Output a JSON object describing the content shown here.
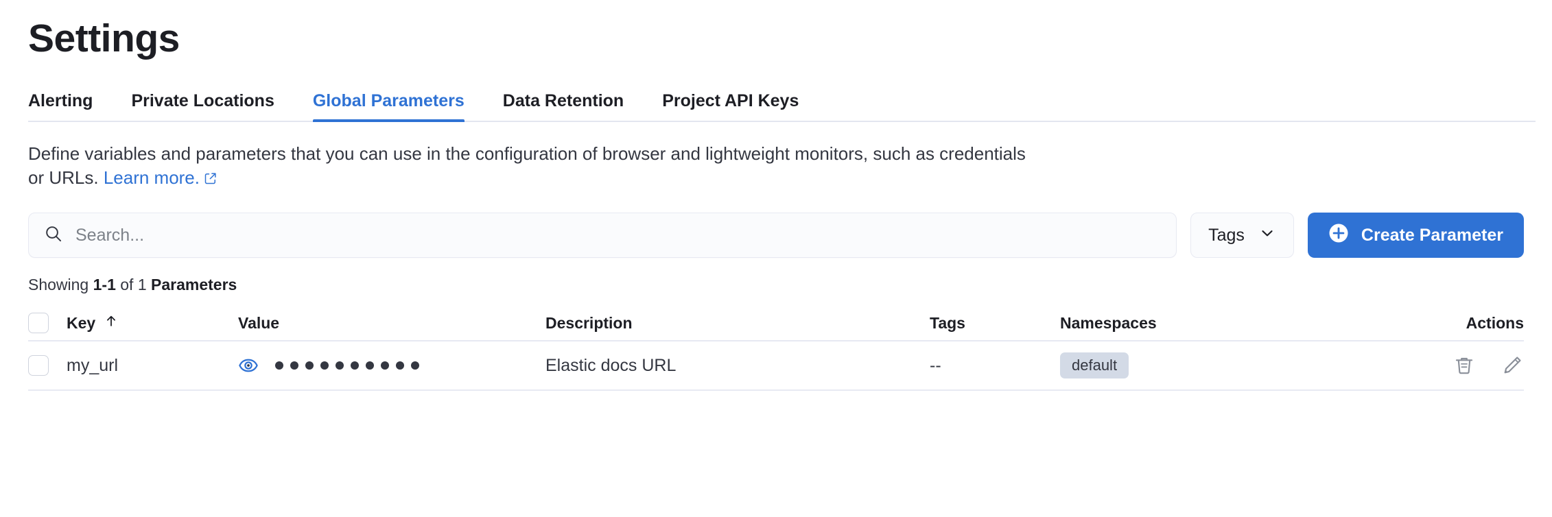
{
  "header": {
    "title": "Settings"
  },
  "tabs": [
    {
      "label": "Alerting",
      "active": false,
      "name": "tab-alerting"
    },
    {
      "label": "Private Locations",
      "active": false,
      "name": "tab-private-locations"
    },
    {
      "label": "Global Parameters",
      "active": true,
      "name": "tab-global-parameters"
    },
    {
      "label": "Data Retention",
      "active": false,
      "name": "tab-data-retention"
    },
    {
      "label": "Project API Keys",
      "active": false,
      "name": "tab-project-api-keys"
    }
  ],
  "description": {
    "text": "Define variables and parameters that you can use in the configuration of browser and lightweight monitors, such as credentials or URLs.",
    "link_label": "Learn more.",
    "link_icon": "external-link-icon"
  },
  "toolbar": {
    "search_placeholder": "Search...",
    "search_value": "",
    "search_icon": "search-icon",
    "tags_label": "Tags",
    "tags_chevron_icon": "chevron-down-icon",
    "create_label": "Create Parameter",
    "create_icon": "plus-circle-icon"
  },
  "results": {
    "prefix": "Showing ",
    "range": "1-1",
    "middle": " of 1 ",
    "noun": "Parameters"
  },
  "table": {
    "columns": [
      {
        "label": "Key",
        "name": "column-key",
        "sort_icon": "arrow-up-icon",
        "sortable": true
      },
      {
        "label": "Value",
        "name": "column-value",
        "sortable": false
      },
      {
        "label": "Description",
        "name": "column-description",
        "sortable": false
      },
      {
        "label": "Tags",
        "name": "column-tags",
        "sortable": false
      },
      {
        "label": "Namespaces",
        "name": "column-namespaces",
        "sortable": false
      },
      {
        "label": "Actions",
        "name": "column-actions",
        "sortable": false
      }
    ],
    "rows": [
      {
        "key": "my_url",
        "value_masked": "••••••••••",
        "value_dot_count": 10,
        "value_reveal_icon": "eye-icon",
        "description": "Elastic docs URL",
        "tags": "--",
        "namespaces": [
          "default"
        ],
        "actions": [
          "trash-icon",
          "pencil-icon"
        ]
      }
    ]
  },
  "colors": {
    "accent": "#2f72d4",
    "text": "#343741",
    "heading": "#1d1e24",
    "border": "#e7e9f2",
    "badge_bg": "#d3dae6",
    "icon_muted": "#8a8f99"
  }
}
